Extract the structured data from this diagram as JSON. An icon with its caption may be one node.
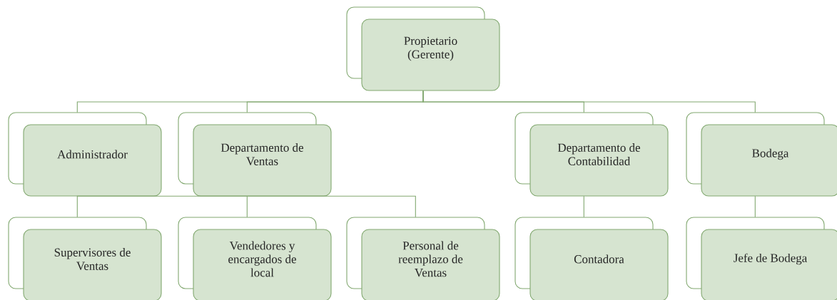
{
  "diagram": {
    "nodes": [
      {
        "text": [
          "Propietario (Gerente)"
        ]
      },
      {
        "text": [
          "Administrador"
        ]
      },
      {
        "text": [
          "Departamento de Ventas"
        ]
      },
      {
        "text": [
          "Departamento de Contabilidad"
        ]
      },
      {
        "text": [
          "Bodega"
        ]
      },
      {
        "text": [
          "Supervisores de Ventas"
        ]
      },
      {
        "text": [
          "Vendedores y encargados de local"
        ]
      },
      {
        "text": [
          "Personal de reemplazo de Ventas"
        ]
      },
      {
        "text": [
          "Contadora"
        ]
      },
      {
        "text": [
          "Jefe de Bodega"
        ]
      }
    ],
    "edges": [
      {
        "from": 0,
        "to": 1,
        "arrow": "none"
      },
      {
        "from": 0,
        "to": 2,
        "arrow": "none"
      },
      {
        "from": 0,
        "to": 3,
        "arrow": "none"
      },
      {
        "from": 0,
        "to": 4,
        "arrow": "none"
      },
      {
        "from": 2,
        "to": 5,
        "arrow": "none"
      },
      {
        "from": 2,
        "to": 6,
        "arrow": "none"
      },
      {
        "from": 2,
        "to": 7,
        "arrow": "none"
      },
      {
        "from": 3,
        "to": 8,
        "arrow": "none"
      },
      {
        "from": 4,
        "to": 9,
        "arrow": "none"
      }
    ]
  }
}
